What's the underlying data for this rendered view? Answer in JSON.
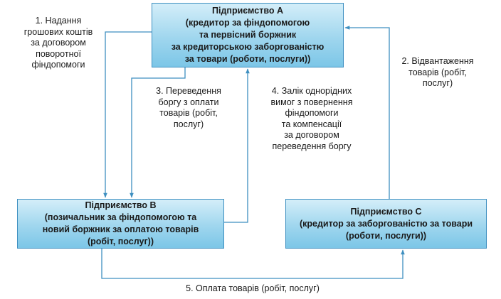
{
  "enterprise_a": {
    "title": "Підприємство А",
    "lines": [
      "(кредитор за фіндопомогою",
      "та первісний боржник",
      "за кредиторською заборгованістю",
      "за товари (роботи, послуги))"
    ]
  },
  "enterprise_b": {
    "title": "Підприємство В",
    "lines": [
      "(позичальник за фіндопомогою та",
      "новий боржник за оплатою товарів",
      "(робіт, послуг))"
    ]
  },
  "enterprise_c": {
    "title": "Підприємство С",
    "lines": [
      "(кредитор за заборгованістю за товари",
      "(роботи, послуги))"
    ]
  },
  "flows": {
    "step1": [
      "1. Надання",
      "грошових коштів",
      "за договором",
      "поворотної",
      "фіндопомоги"
    ],
    "step2": [
      "2. Відвантаження",
      "товарів (робіт,",
      "послуг)"
    ],
    "step3": [
      "3. Переведення",
      "боргу з оплати",
      "товарів (робіт,",
      "послуг)"
    ],
    "step4": [
      "4. Залік однорідних",
      "вимог з повернення",
      "фіндопомоги",
      "та компенсації",
      "за договором",
      "переведення боргу"
    ],
    "step5": "5. Оплата товарів (робіт, послуг)"
  },
  "colors": {
    "arrow": "#3e8fc0",
    "box_border": "#3e8fc0",
    "box_fill_top": "#d4eef9",
    "box_fill_bottom": "#7cc6e7"
  }
}
